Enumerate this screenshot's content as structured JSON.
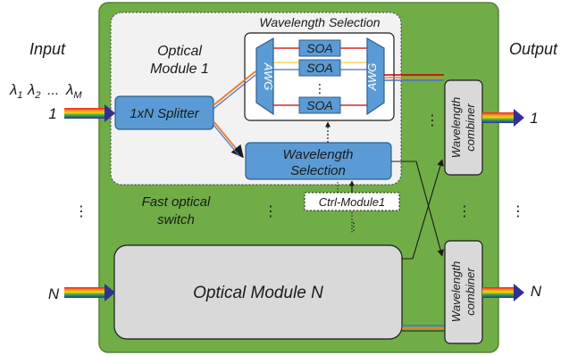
{
  "labels": {
    "input": "Input",
    "output": "Output",
    "lambda_1": "1",
    "lambda_2": "2",
    "lambda_m": "M",
    "lambda_ellipsis": "...",
    "port_1_in": "1",
    "port_n_in": "N",
    "port_1_out": "1",
    "port_n_out": "N",
    "optical_module_1_line1": "Optical",
    "optical_module_1_line2": "Module 1",
    "optical_module_n": "Optical Module N",
    "wavelength_selection_title": "Wavelength Selection",
    "splitter": "1xN Splitter",
    "awg_left": "AWG",
    "awg_right": "AWG",
    "soa_1": "SOA",
    "soa_2": "SOA",
    "soa_3": "SOA",
    "wavelength_selection_box_line1": "Wavelength",
    "wavelength_selection_box_line2": "Selection",
    "ctrl_module": "Ctrl-Module1",
    "fast_switch_line1": "Fast optical",
    "fast_switch_line2": "switch",
    "combiner_top_line1": "Wavelength",
    "combiner_top_line2": "combiner",
    "combiner_bottom_line1": "Wavelength",
    "combiner_bottom_line2": "combiner",
    "vdots": "⋮"
  },
  "colors": {
    "switch_green": "#70ad47",
    "switch_border": "#548235",
    "module_bg": "#f2f2f2",
    "blue_box": "#5b9bd5",
    "blue_border": "#2e5f8e",
    "gray_box": "#d9d9d9",
    "arrow_orange": "#ed7d31"
  }
}
